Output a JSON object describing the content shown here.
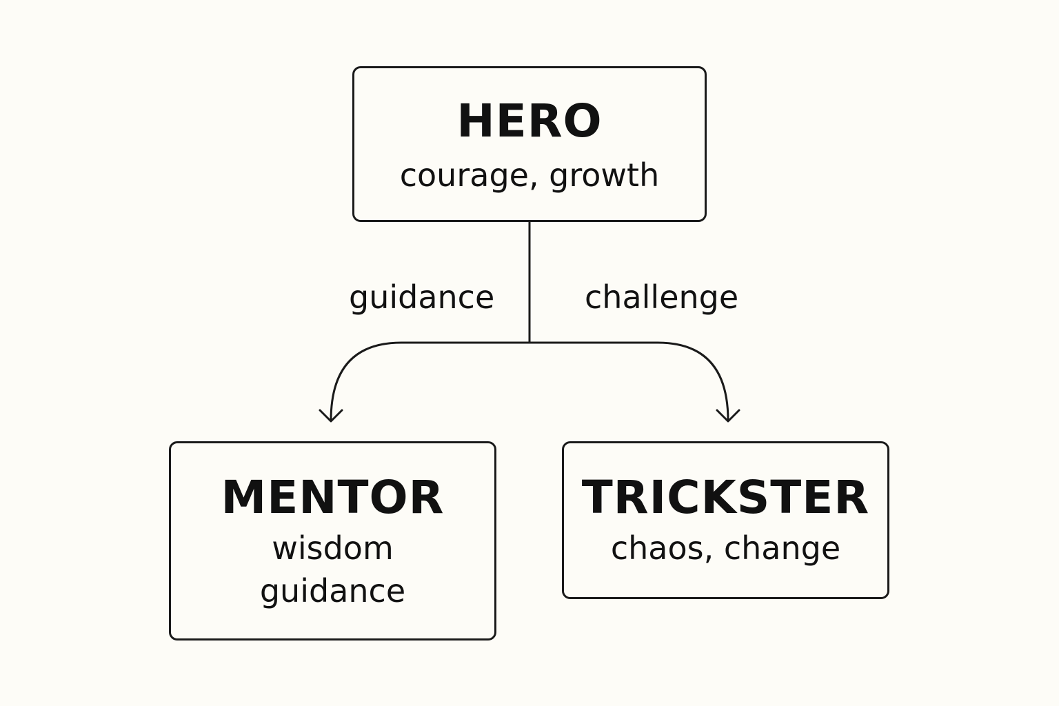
{
  "nodes": {
    "hero": {
      "title": "HERO",
      "lines": [
        "courage, growth"
      ]
    },
    "mentor": {
      "title": "MENTOR",
      "lines": [
        "wisdom",
        "guidance"
      ]
    },
    "trickster": {
      "title": "TRICKSTER",
      "lines": [
        "chaos, change"
      ]
    }
  },
  "edges": [
    {
      "from": "hero",
      "to": "mentor",
      "label": "guidance"
    },
    {
      "from": "hero",
      "to": "trickster",
      "label": "challenge"
    }
  ],
  "colors": {
    "background": "#fdfcf7",
    "stroke": "#1a1a1a",
    "text": "#111111"
  }
}
